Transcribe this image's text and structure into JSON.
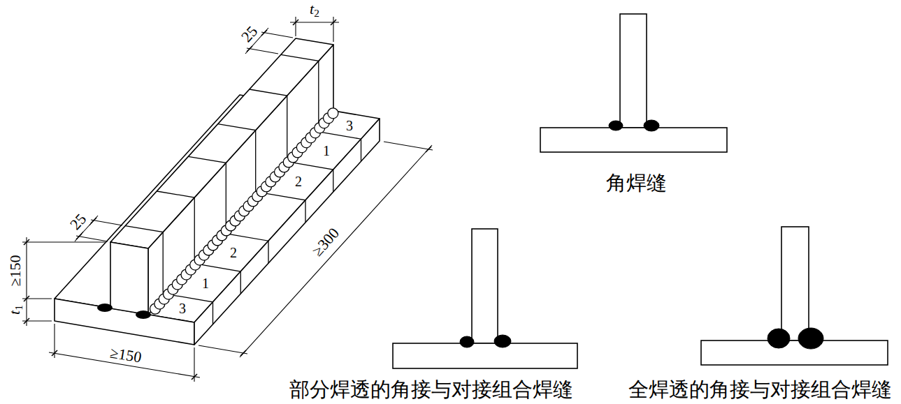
{
  "diagram": {
    "labels": [
      "25",
      "t2",
      "25",
      "≥150",
      "t1",
      "≥150",
      "≥300",
      "3",
      "1",
      "2",
      "2",
      "1",
      "3",
      "角焊缝",
      "部分焊透的角接与对接组合焊缝",
      "全焊透的角接与对接组合焊缝"
    ]
  }
}
